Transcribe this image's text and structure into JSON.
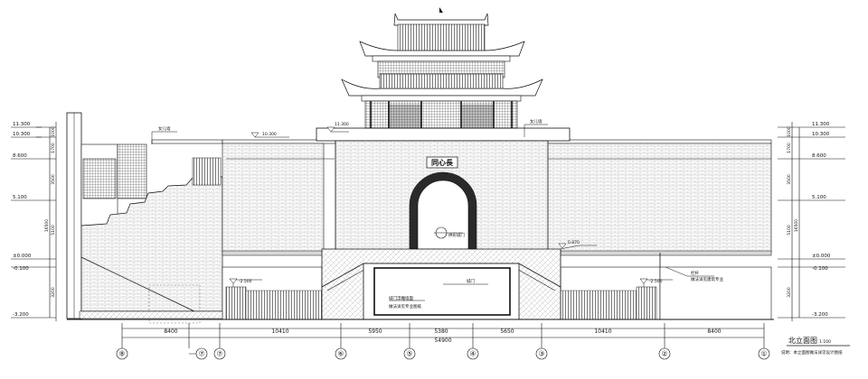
{
  "level_marks": {
    "left": [
      "11.300",
      "10.300",
      "8.600",
      "5.100",
      "±0.000",
      "-0.100",
      "-3.200"
    ],
    "right": [
      "11.300",
      "10.300",
      "8.600",
      "5.100",
      "±0.000",
      "-0.100",
      "-3.200"
    ]
  },
  "side_vertical_dims": [
    "1000",
    "1700",
    "3500",
    "5100",
    "16500",
    "3200"
  ],
  "plan_level_tags": {
    "wall_top_left": "10.300",
    "tower_base": "11.300",
    "moat_left": "-2.500",
    "moat_right": "-2.500",
    "bridge": "0.870"
  },
  "plaque_text": "同心長",
  "callouts": {
    "top_left": "女儿墙",
    "top_right": "女儿墙",
    "arch": "拱形城门",
    "right_fence": "栏杆",
    "right_fence_note": "做法详见建筑专业",
    "relief_a": "城门",
    "relief_b": "城门浮雕墙面",
    "relief_c": "做法详见专业图纸"
  },
  "bottom_dims": [
    "8400",
    "10410",
    "5950",
    "5380",
    "5650",
    "10410",
    "8400"
  ],
  "total_dim": "54900",
  "axes": [
    "⑧",
    "⑦",
    "⑥",
    "⑤",
    "④",
    "③",
    "②",
    "①"
  ],
  "axis_extra": "⑦",
  "title": {
    "main": "北立面图",
    "scale": "1:100",
    "note": "说明：本立面图做法详见设计图纸"
  },
  "colors": {
    "line": "#111111",
    "brick": "#8a8a8a",
    "arch": "#2a2a2a"
  }
}
